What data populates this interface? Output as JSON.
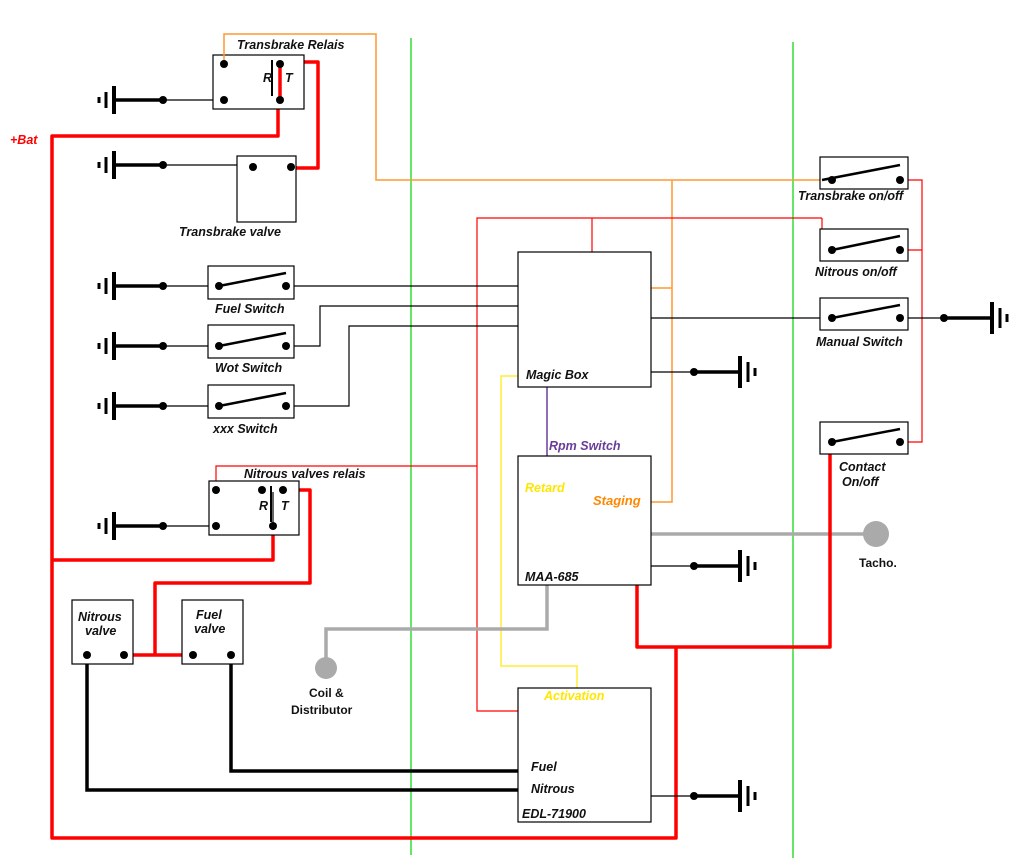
{
  "labels": {
    "bat": "+Bat",
    "transbrake_relais": "Transbrake Relais",
    "relais_r": "R",
    "relais_t": "T",
    "transbrake_valve": "Transbrake valve",
    "fuel_switch": "Fuel Switch",
    "wot_switch": "Wot Switch",
    "xxx_switch": "xxx Switch",
    "nitrous_valves_relais": "Nitrous valves relais",
    "nitrous_valve_1": "Nitrous",
    "nitrous_valve_2": "valve",
    "fuel_valve_1": "Fuel",
    "fuel_valve_2": "valve",
    "coil_1": "Coil &",
    "coil_2": "Distributor",
    "magic_box": "Magic Box",
    "rpm_switch": "Rpm Switch",
    "retard": "Retard",
    "staging": "Staging",
    "maa": "MAA-685",
    "activation": "Activation",
    "edl_fuel": "Fuel",
    "edl_nitrous": "Nitrous",
    "edl": "EDL-71900",
    "transbrake_onoff": "Transbrake on/off",
    "nitrous_onoff": "Nitrous on/off",
    "manual_switch": "Manual Switch",
    "contact_1": "Contact",
    "contact_2": "On/off",
    "tacho": "Tacho."
  },
  "colors": {
    "power": "#ff0000",
    "signal": "#000000",
    "transbrake_feed": "#ff9933",
    "retard_activation": "#ffee33",
    "rpm": "#6a3d9a",
    "tacho_coil": "#aaaaaa",
    "section_divider": "#33dd33"
  }
}
